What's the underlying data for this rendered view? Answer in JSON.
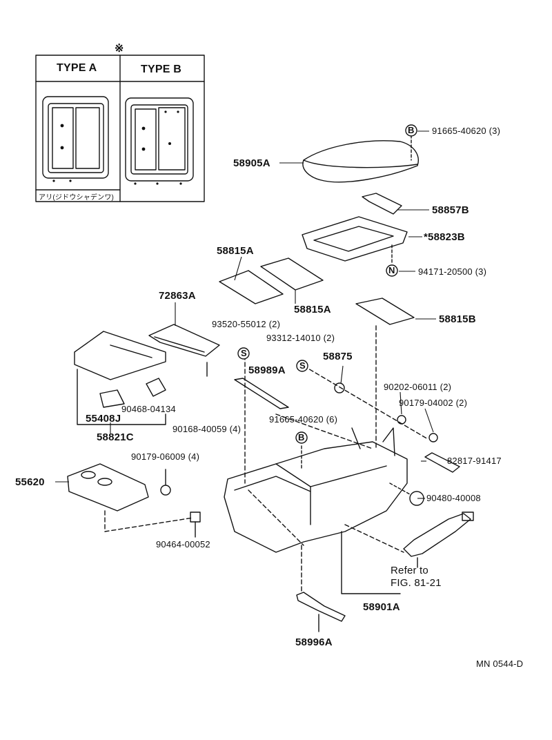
{
  "legend": {
    "mark": "※",
    "type_a": "TYPE A",
    "type_b": "TYPE B",
    "note": "アリ(ジドウシャデンワ)"
  },
  "parts": {
    "p1": "91665-40620 (3)",
    "p2": "58905A",
    "p3": "58857B",
    "p4": "*58823B",
    "p5": "94171-20500 (3)",
    "p6": "58815A",
    "p7": "58815A",
    "p8": "58815B",
    "p9": "72863A",
    "p10": "93520-55012 (2)",
    "p11": "93312-14010 (2)",
    "p12": "58875",
    "p13": "58989A",
    "p14": "90202-06011 (2)",
    "p15": "90179-04002 (2)",
    "p16": "91665-40620 (6)",
    "p17": "90468-04134",
    "p18": "55408J",
    "p19": "58821C",
    "p20": "90168-40059 (4)",
    "p21": "82817-91417",
    "p22": "90179-06009 (4)",
    "p23": "55620",
    "p24": "90480-40008",
    "p25": "90464-00052",
    "p26": "Refer to",
    "p27": "FIG. 81-21",
    "p28": "58901A",
    "p29": "58996A",
    "code": "MN 0544-D"
  },
  "symbols": {
    "b": "B",
    "n": "N",
    "s": "S"
  }
}
